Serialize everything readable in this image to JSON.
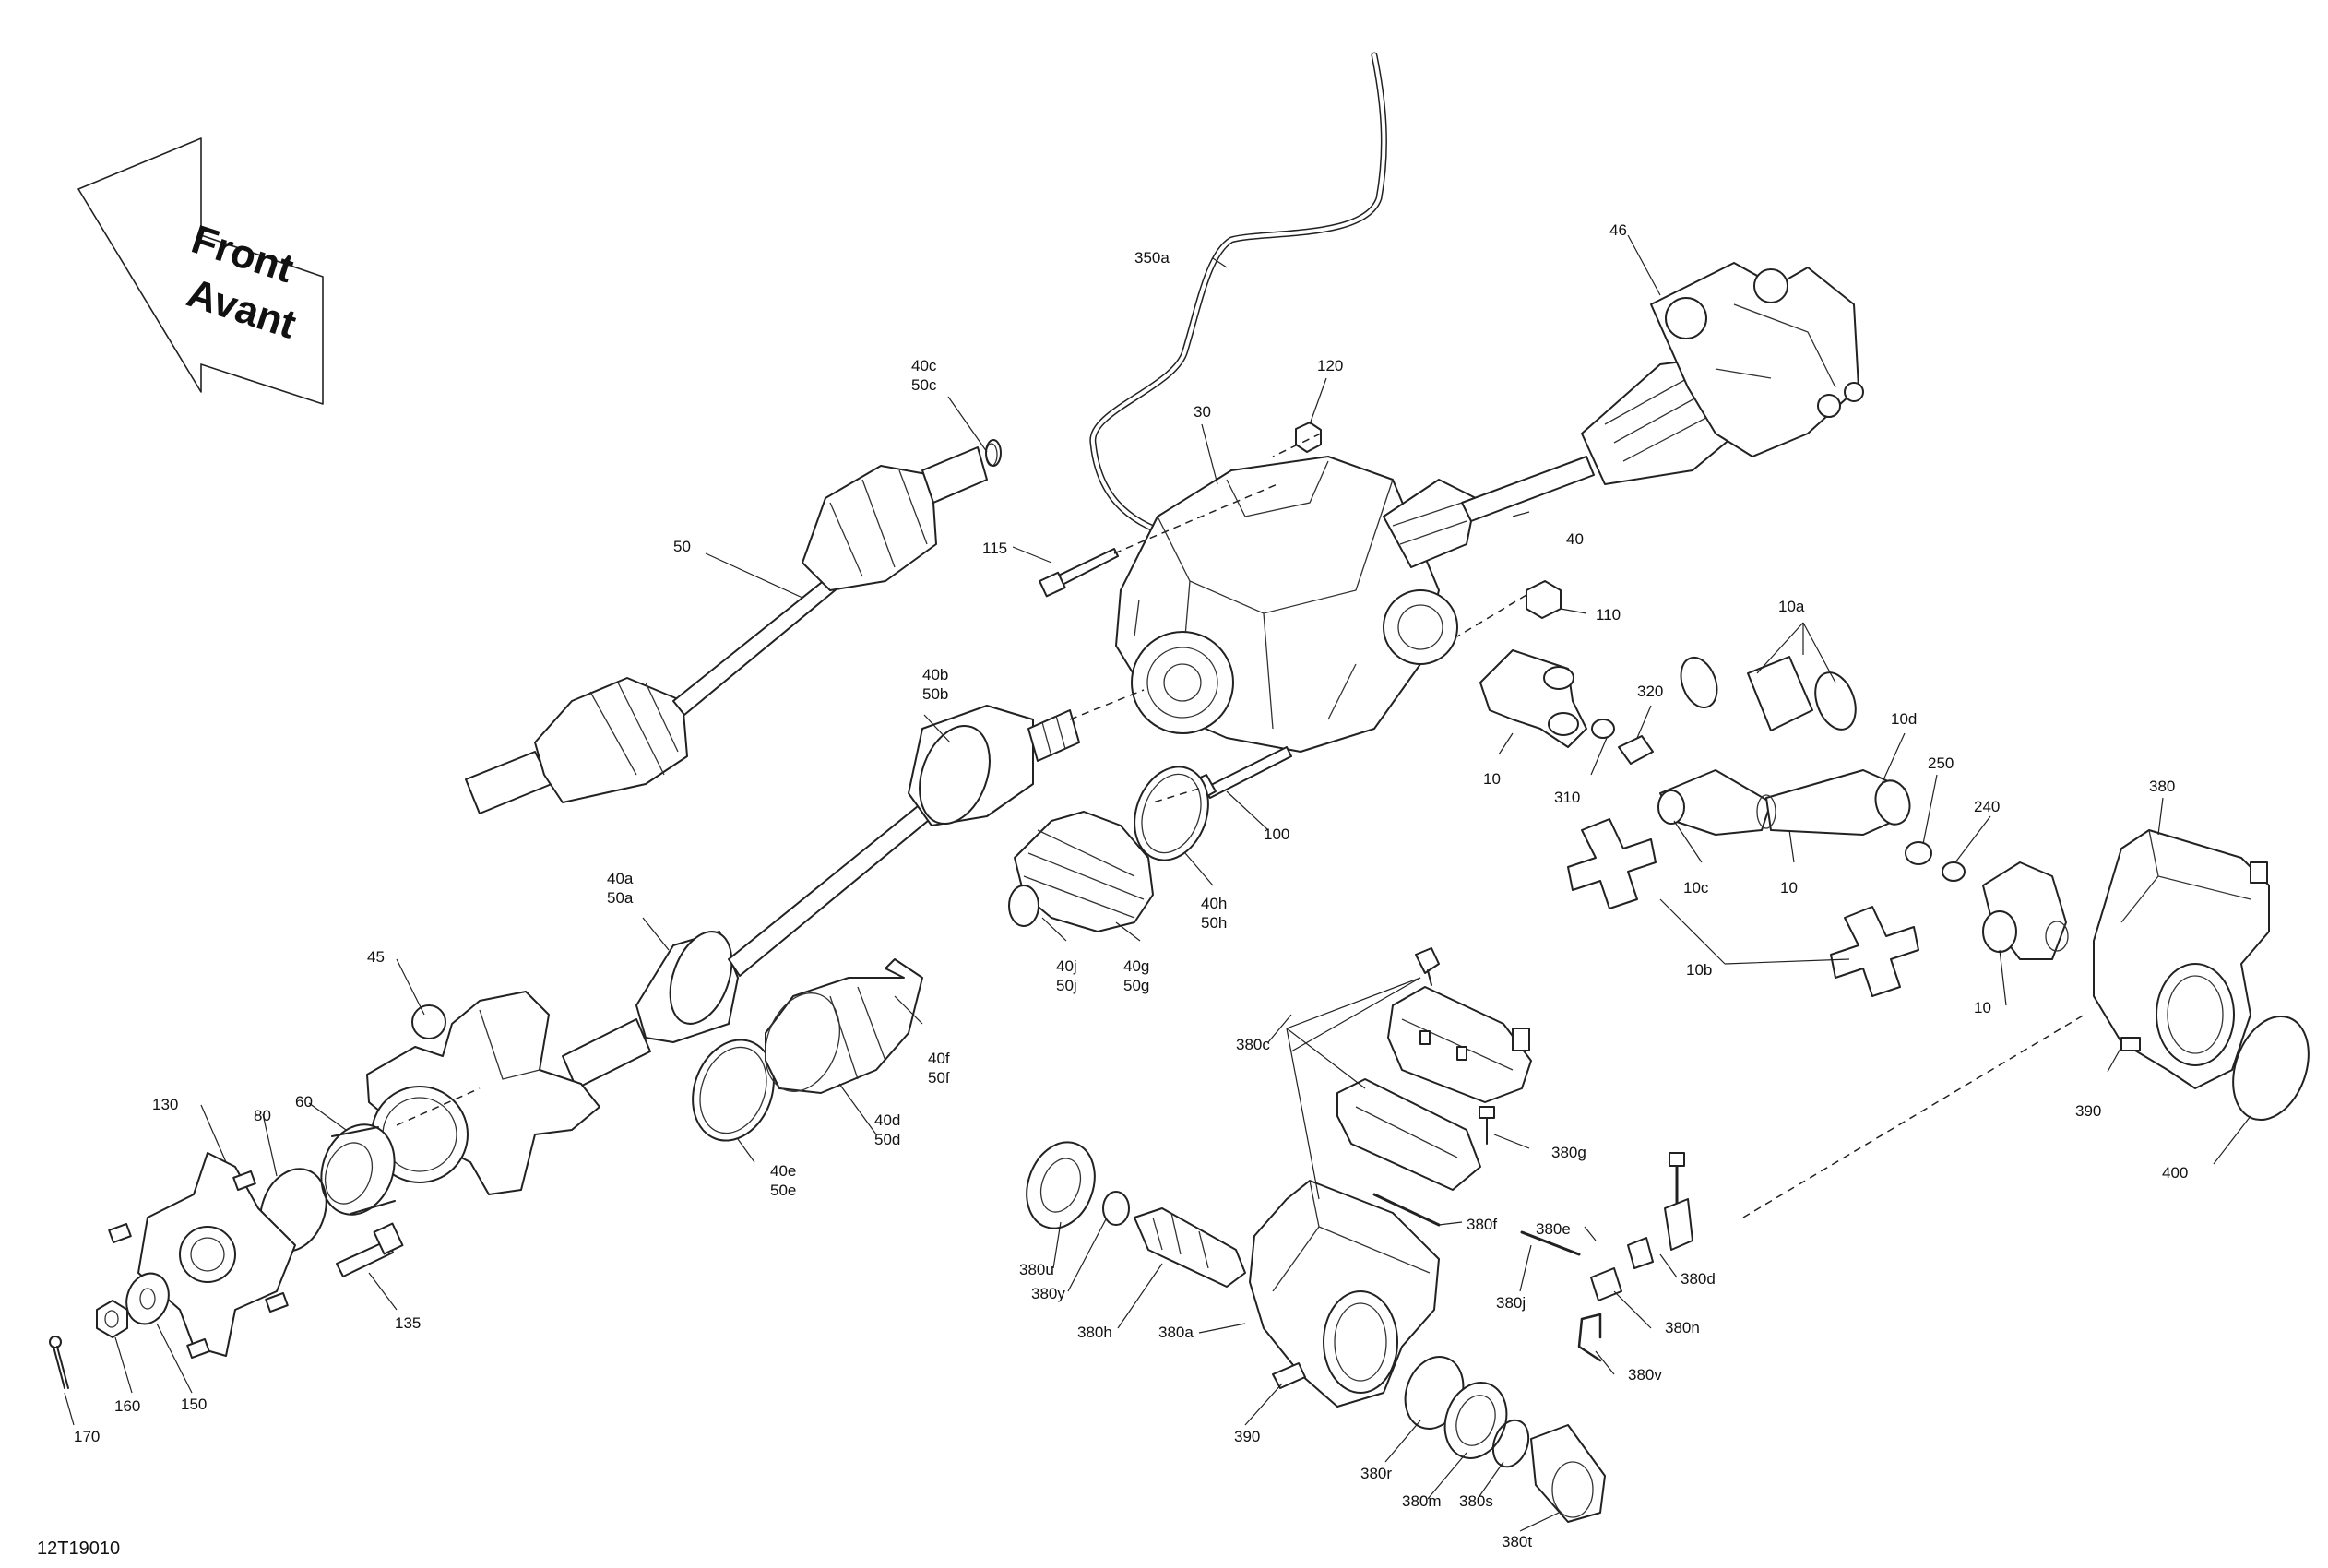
{
  "diagram": {
    "arrow_text": [
      "Front",
      "Avant"
    ],
    "drawing_id": "12T19010",
    "labels": {
      "l350a": "350a",
      "l46": "46",
      "l120": "120",
      "l30": "30",
      "l40c": "40c",
      "l50c": "50c",
      "l50": "50",
      "l115": "115",
      "l40": "40",
      "l110": "110",
      "l10a": "10a",
      "l40b": "40b",
      "l50b": "50b",
      "l320": "320",
      "l10d": "10d",
      "l10_top": "10",
      "l310": "310",
      "l250": "250",
      "l380_top": "380",
      "l100": "100",
      "l240": "240",
      "l10c": "10c",
      "l10_mid": "10",
      "l40h": "40h",
      "l50h": "50h",
      "l40a": "40a",
      "l50a": "50a",
      "l40j": "40j",
      "l50j": "50j",
      "l40g": "40g",
      "l50g": "50g",
      "l10b": "10b",
      "l10_right": "10",
      "l45": "45",
      "l40f": "40f",
      "l50f": "50f",
      "l380c": "380c",
      "l130": "130",
      "l80": "80",
      "l60": "60",
      "l40d": "40d",
      "l50d": "50d",
      "l390_right": "390",
      "l380g": "380g",
      "l40e": "40e",
      "l50e": "50e",
      "l400": "400",
      "l380f": "380f",
      "l380e": "380e",
      "l380u": "380u",
      "l380d": "380d",
      "l380j": "380j",
      "l380y": "380y",
      "l135": "135",
      "l380n": "380n",
      "l380h": "380h",
      "l380a": "380a",
      "l380v": "380v",
      "l160": "160",
      "l150": "150",
      "l390_bottom": "390",
      "l170": "170",
      "l380r": "380r",
      "l380m": "380m",
      "l380s": "380s",
      "l380t": "380t"
    }
  }
}
